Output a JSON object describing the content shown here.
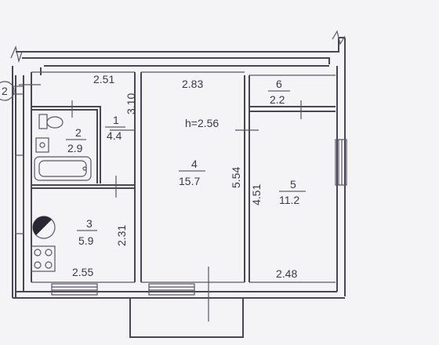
{
  "marker": {
    "label": "2"
  },
  "height": {
    "text": "h=2.56"
  },
  "rooms": [
    {
      "number": "1",
      "area": "4.4"
    },
    {
      "number": "2",
      "area": "2.9"
    },
    {
      "number": "3",
      "area": "5.9"
    },
    {
      "number": "4",
      "area": "15.7"
    },
    {
      "number": "5",
      "area": "11.2"
    },
    {
      "number": "6",
      "area": "2.2"
    }
  ],
  "dimensions": {
    "corridor_top": "2.51",
    "room4_top": "2.83",
    "room1_side": "3.10",
    "room4_side": "5.54",
    "room5_side": "4.51",
    "room3_side": "2.31",
    "room3_bottom": "2.55",
    "room5_bottom": "2.48"
  }
}
